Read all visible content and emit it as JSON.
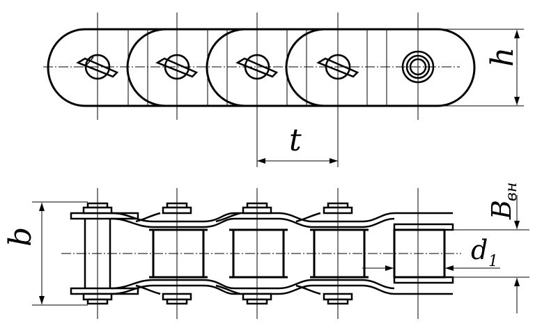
{
  "diagram": {
    "type": "roller-chain-drawing",
    "labels": {
      "height": "h",
      "pitch": "t",
      "inner_width": "B",
      "inner_width_sub": "вн",
      "width": "b",
      "roller_diameter": "d",
      "roller_diameter_sub": "1"
    },
    "colors": {
      "ink": "#000000",
      "background": "#ffffff"
    }
  }
}
